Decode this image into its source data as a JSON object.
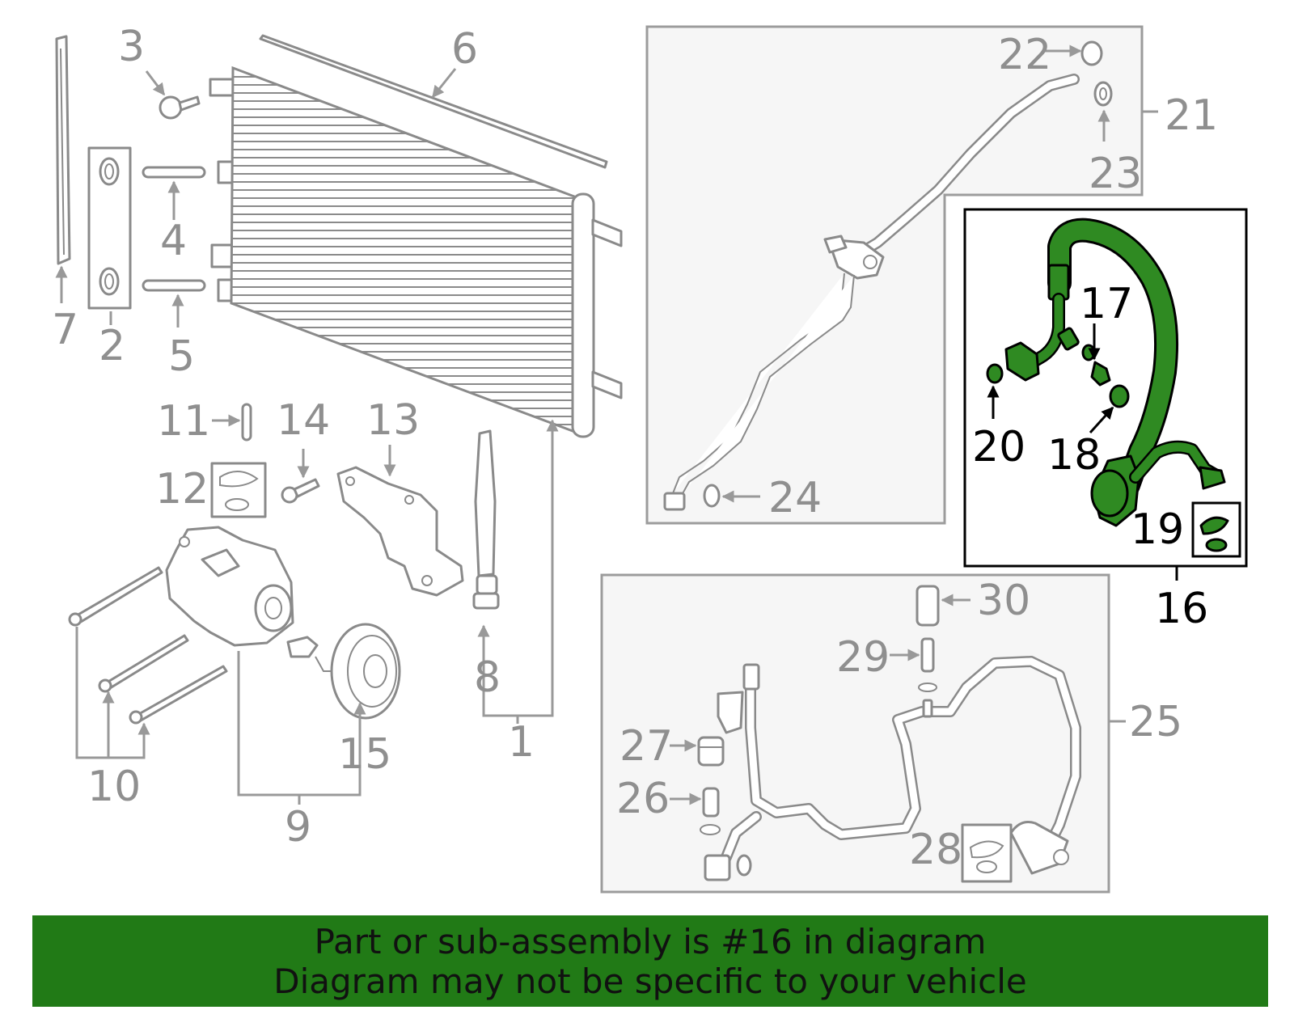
{
  "diagram": {
    "highlighted_part": "16",
    "colors": {
      "highlight": "#2f8a22",
      "banner": "#217a16",
      "callout": "#8f8f8f"
    },
    "callouts": {
      "c1": "1",
      "c2": "2",
      "c3": "3",
      "c4": "4",
      "c5": "5",
      "c6": "6",
      "c7": "7",
      "c8": "8",
      "c9": "9",
      "c10": "10",
      "c11": "11",
      "c12": "12",
      "c13": "13",
      "c14": "14",
      "c15": "15",
      "c16": "16",
      "c17": "17",
      "c18": "18",
      "c19": "19",
      "c20": "20",
      "c21": "21",
      "c22": "22",
      "c23": "23",
      "c24": "24",
      "c25": "25",
      "c26": "26",
      "c27": "27",
      "c28": "28",
      "c29": "29",
      "c30": "30"
    }
  },
  "banner": {
    "line1": "Part or sub-assembly is #16 in diagram",
    "line2": "Diagram may not be specific to your vehicle"
  }
}
